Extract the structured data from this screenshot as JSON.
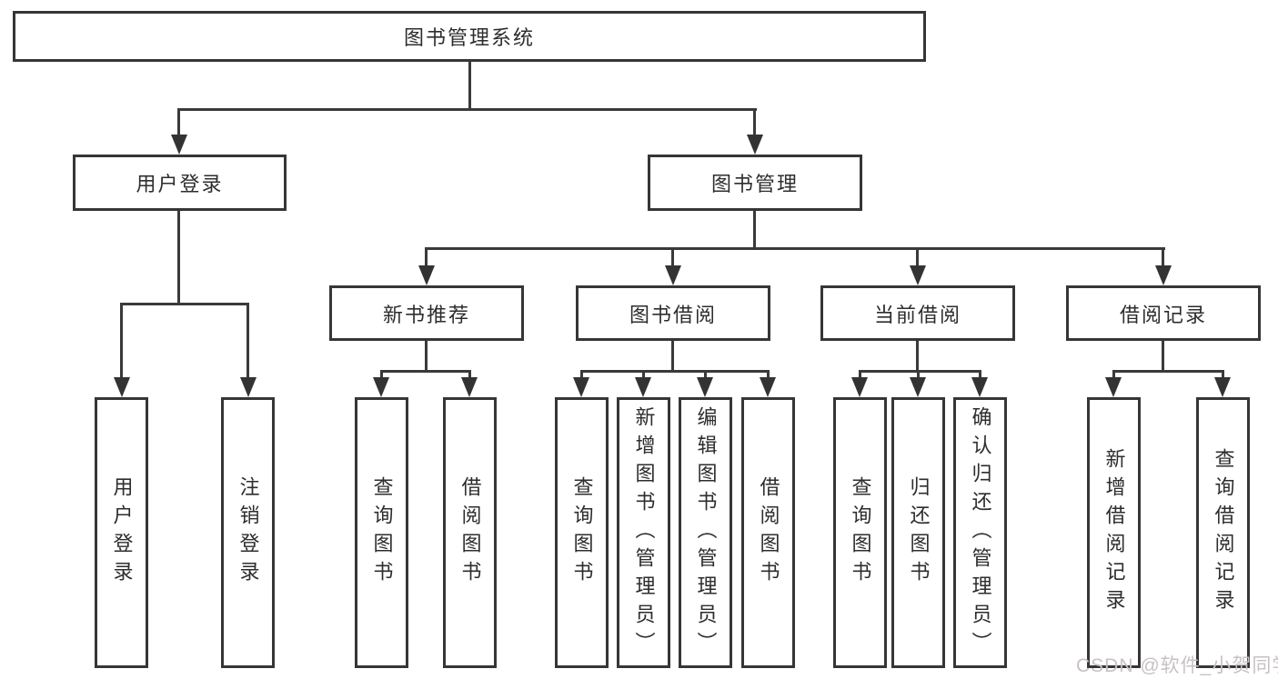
{
  "diagram": {
    "tree": {
      "root": {
        "label": "图书管理系统"
      },
      "children": [
        {
          "label": "用户登录",
          "leaves": [
            {
              "label": "用户登录"
            },
            {
              "label": "注销登录"
            }
          ]
        },
        {
          "label": "图书管理",
          "children": [
            {
              "label": "新书推荐",
              "leaves": [
                {
                  "label": "查询图书"
                },
                {
                  "label": "借阅图书"
                }
              ]
            },
            {
              "label": "图书借阅",
              "leaves": [
                {
                  "label": "查询图书"
                },
                {
                  "label": "新增图书（管理员）"
                },
                {
                  "label": "编辑图书（管理员）"
                },
                {
                  "label": "借阅图书"
                }
              ]
            },
            {
              "label": "当前借阅",
              "leaves": [
                {
                  "label": "查询图书"
                },
                {
                  "label": "归还图书"
                },
                {
                  "label": "确认归还（管理员）"
                }
              ]
            },
            {
              "label": "借阅记录",
              "leaves": [
                {
                  "label": "新增借阅记录"
                },
                {
                  "label": "查询借阅记录"
                }
              ]
            }
          ]
        }
      ]
    },
    "watermark": "CSDN @软件_小贺同学",
    "colors": {
      "line": "#3a3a3a",
      "border": "#363636",
      "text": "#2d2d2d",
      "watermark": "#c8c2c2",
      "background": "#ffffff"
    }
  }
}
